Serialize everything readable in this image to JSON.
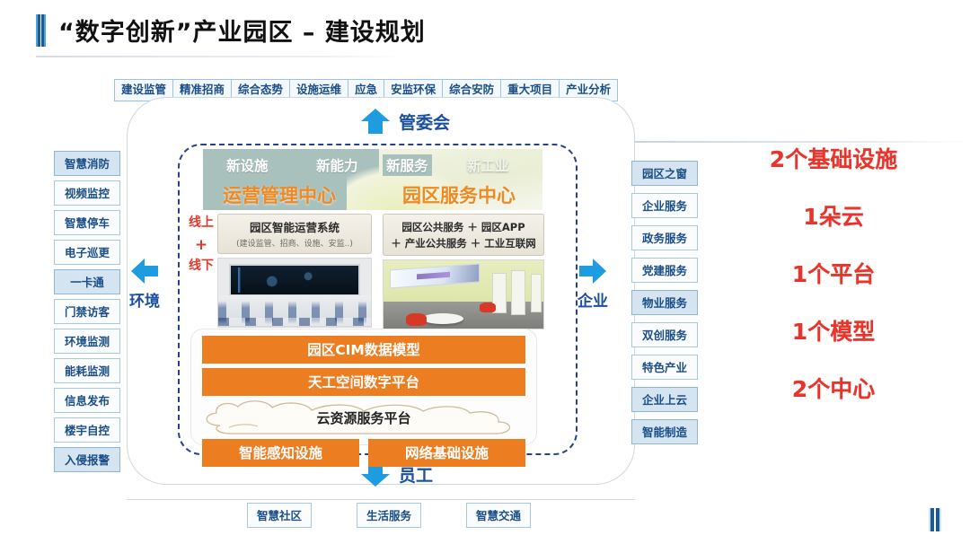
{
  "page": {
    "title": "“数字创新”产业园区 – 建设规划"
  },
  "tabs": [
    {
      "label": "建设监管"
    },
    {
      "label": "精准招商"
    },
    {
      "label": "综合态势"
    },
    {
      "label": "设施运维"
    },
    {
      "label": "应急"
    },
    {
      "label": "安监环保"
    },
    {
      "label": "综合安防"
    },
    {
      "label": "重大项目"
    },
    {
      "label": "产业分析"
    }
  ],
  "arrows": {
    "top": "管委会",
    "bottom": "员工",
    "left": "环境",
    "right": "企业"
  },
  "left_rail": [
    {
      "label": "智慧消防",
      "highlight": true
    },
    {
      "label": "视频监控",
      "highlight": false
    },
    {
      "label": "智慧停车",
      "highlight": false
    },
    {
      "label": "电子巡更",
      "highlight": false
    },
    {
      "label": "一卡通",
      "highlight": true
    },
    {
      "label": "门禁访客",
      "highlight": false
    },
    {
      "label": "环境监测",
      "highlight": false
    },
    {
      "label": "能耗监测",
      "highlight": false
    },
    {
      "label": "信息发布",
      "highlight": false
    },
    {
      "label": "楼宇自控",
      "highlight": false
    },
    {
      "label": "入侵报警",
      "highlight": true
    }
  ],
  "right_rail": [
    {
      "label": "园区之窗",
      "highlight": true
    },
    {
      "label": "企业服务",
      "highlight": false
    },
    {
      "label": "政务服务",
      "highlight": false
    },
    {
      "label": "党建服务",
      "highlight": false
    },
    {
      "label": "物业服务",
      "highlight": true
    },
    {
      "label": "双创服务",
      "highlight": false
    },
    {
      "label": "特色产业",
      "highlight": false
    },
    {
      "label": "企业上云",
      "highlight": true
    },
    {
      "label": "智能制造",
      "highlight": true
    }
  ],
  "bottom_row": [
    {
      "label": "智慧社区"
    },
    {
      "label": "生活服务"
    },
    {
      "label": "智慧交通"
    }
  ],
  "banner": {
    "chips": [
      "新设施",
      "新能力",
      "新服务",
      "新工业"
    ],
    "center_left": "运营管理中心",
    "center_right": "园区服务中心"
  },
  "online_offline": {
    "online": "线上",
    "plus": "+",
    "offline": "线下"
  },
  "left_column": {
    "box_title": "园区智能运营系统",
    "box_sub": "(建设监管、招商、设施、安监..)",
    "photo_name": "operations-control-room-photo"
  },
  "right_column": {
    "box_line1": "园区公共服务 ＋ 园区APP",
    "box_line2": "＋ 产业公共服务 ＋ 工业互联网",
    "photo_name": "park-service-hall-photo"
  },
  "platform_stack": {
    "bars": [
      "园区CIM数据模型",
      "天工空间数字平台"
    ],
    "cloud": "云资源服务平台",
    "bottom_bars": [
      "智能感知设施",
      "网络基础设施"
    ]
  },
  "summary_list": [
    {
      "label": "2个基础设施"
    },
    {
      "label": "1朵云"
    },
    {
      "label": "1个平台"
    },
    {
      "label": "1个模型"
    },
    {
      "label": "2个中心"
    }
  ],
  "colors": {
    "accent_blue": "#1b4fa0",
    "arrow_blue": "#1e9ce0",
    "orange": "#ed7d21",
    "heading_orange": "#ef8a22",
    "red": "#e8342b",
    "dashed_border": "#27418f"
  }
}
